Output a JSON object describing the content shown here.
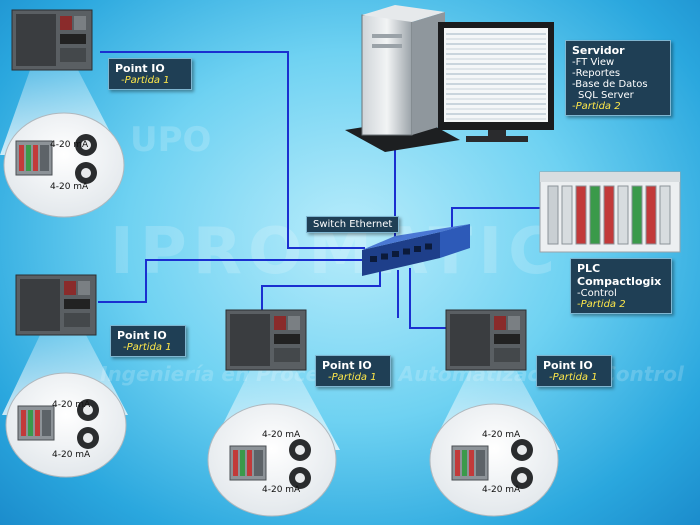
{
  "watermark": {
    "brand": "IPROMATIC",
    "group": "UPO",
    "tagline": "Ingeniería en Procesos de Automatización y Control"
  },
  "switch": {
    "label": "Switch Ethernet"
  },
  "server": {
    "title": "Servidor",
    "items": [
      "-FT View",
      "-Reportes",
      "-Base de Datos",
      "SQL Server"
    ],
    "partida": "-Partida 2"
  },
  "plc": {
    "title": "PLC Compactlogix",
    "items": [
      "-Control"
    ],
    "partida": "-Partida 2"
  },
  "point_io": [
    {
      "title": "Point IO",
      "partida": "-Partida 1",
      "signal_a": "4-20 mA",
      "signal_b": "4-20 mA"
    },
    {
      "title": "Point IO",
      "partida": "-Partida 1",
      "signal_a": "4-20 mA",
      "signal_b": "4-20 mA"
    },
    {
      "title": "Point IO",
      "partida": "-Partida 1",
      "signal_a": "4-20 mA",
      "signal_b": "4-20 mA"
    },
    {
      "title": "Point IO",
      "partida": "-Partida 1",
      "signal_a": "4-20 mA",
      "signal_b": "4-20 mA"
    }
  ],
  "colors": {
    "network_line": "#1a2fd0",
    "label_bg": "#1f3f55",
    "label_accent": "#ffe84a",
    "switch_body": "#2d5ab8"
  }
}
